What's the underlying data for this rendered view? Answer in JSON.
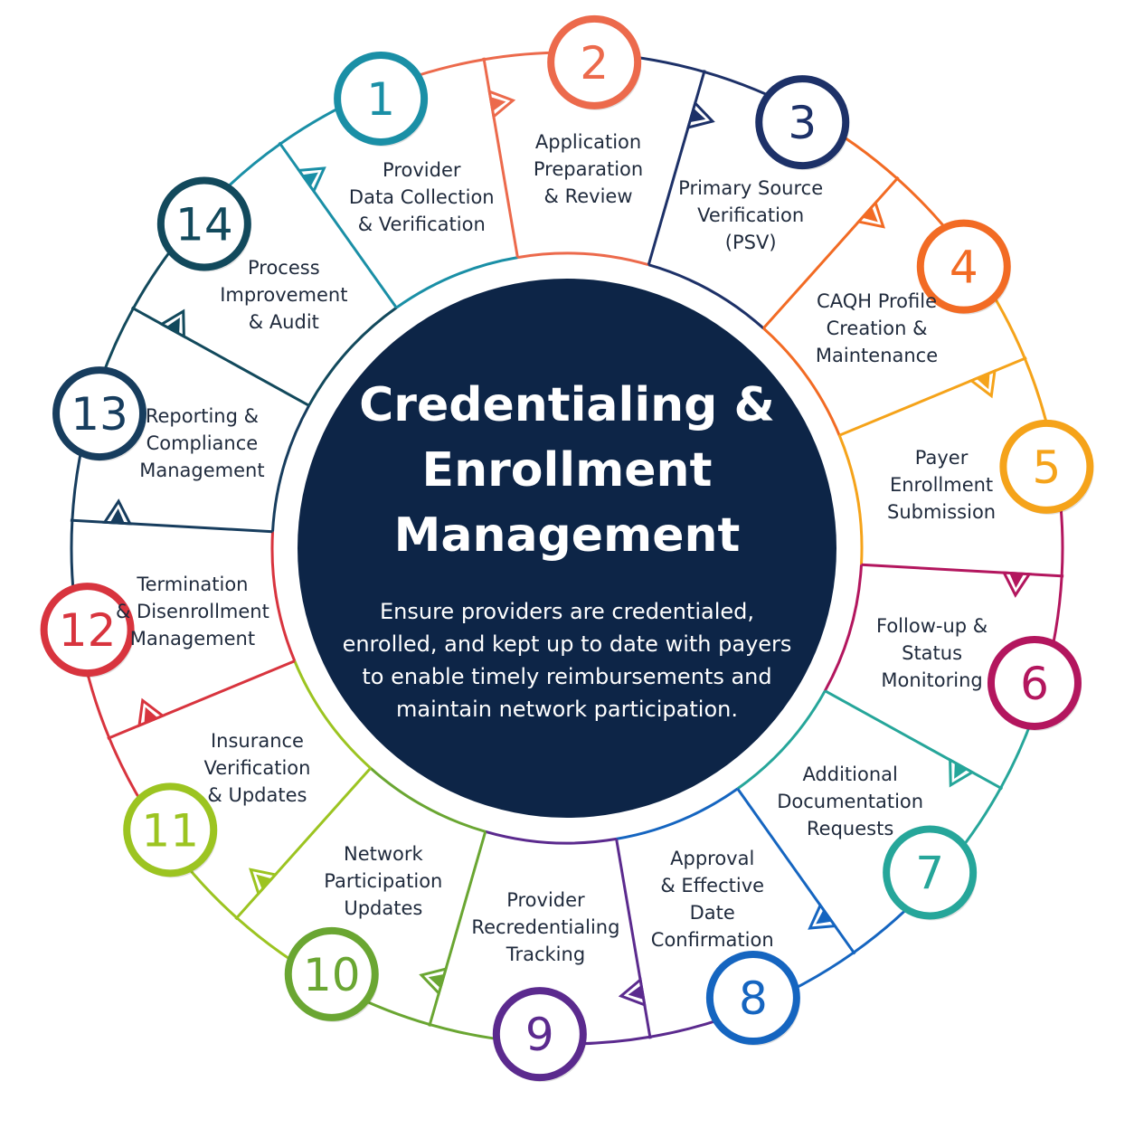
{
  "title_lines": [
    "Credentialing &",
    "Enrollment",
    "Management"
  ],
  "description": "Ensure providers are credentialed, enrolled, and kept up to date with payers to enable timely reimbursements and maintain network participation.",
  "center_color": "#0d2547",
  "steps": [
    {
      "number": "1",
      "color": "#1a8fa6",
      "lines": [
        "Provider",
        "Data Collection",
        "& Verification"
      ]
    },
    {
      "number": "2",
      "color": "#ec6a4c",
      "lines": [
        "Application",
        "Preparation",
        "& Review"
      ]
    },
    {
      "number": "3",
      "color": "#1d3168",
      "lines": [
        "Primary Source",
        "Verification",
        "(PSV)"
      ]
    },
    {
      "number": "4",
      "color": "#f26b24",
      "lines": [
        "CAQH Profile",
        "Creation &",
        "Maintenance"
      ]
    },
    {
      "number": "5",
      "color": "#f5a31a",
      "lines": [
        "Payer",
        "Enrollment",
        "Submission"
      ]
    },
    {
      "number": "6",
      "color": "#b3165e",
      "lines": [
        "Follow-up &",
        "Status",
        "Monitoring"
      ]
    },
    {
      "number": "7",
      "color": "#26a69a",
      "lines": [
        "Additional",
        "Documentation",
        "Requests"
      ]
    },
    {
      "number": "8",
      "color": "#1565c0",
      "lines": [
        "Approval",
        "& Effective",
        "Date",
        "Confirmation"
      ]
    },
    {
      "number": "9",
      "color": "#5b2a8e",
      "lines": [
        "Provider",
        "Recredentialing",
        "Tracking"
      ]
    },
    {
      "number": "10",
      "color": "#6aa632",
      "lines": [
        "Network",
        "Participation",
        "Updates"
      ]
    },
    {
      "number": "11",
      "color": "#9cc421",
      "lines": [
        "Insurance",
        "Verification",
        "& Updates"
      ]
    },
    {
      "number": "12",
      "color": "#d8343e",
      "lines": [
        "Termination",
        "& Disenrollment",
        "Management"
      ]
    },
    {
      "number": "13",
      "color": "#173d5e",
      "lines": [
        "Reporting &",
        "Compliance",
        "Management"
      ]
    },
    {
      "number": "14",
      "color": "#12495c",
      "lines": [
        "Process",
        "Improvement",
        "& Audit"
      ]
    }
  ]
}
